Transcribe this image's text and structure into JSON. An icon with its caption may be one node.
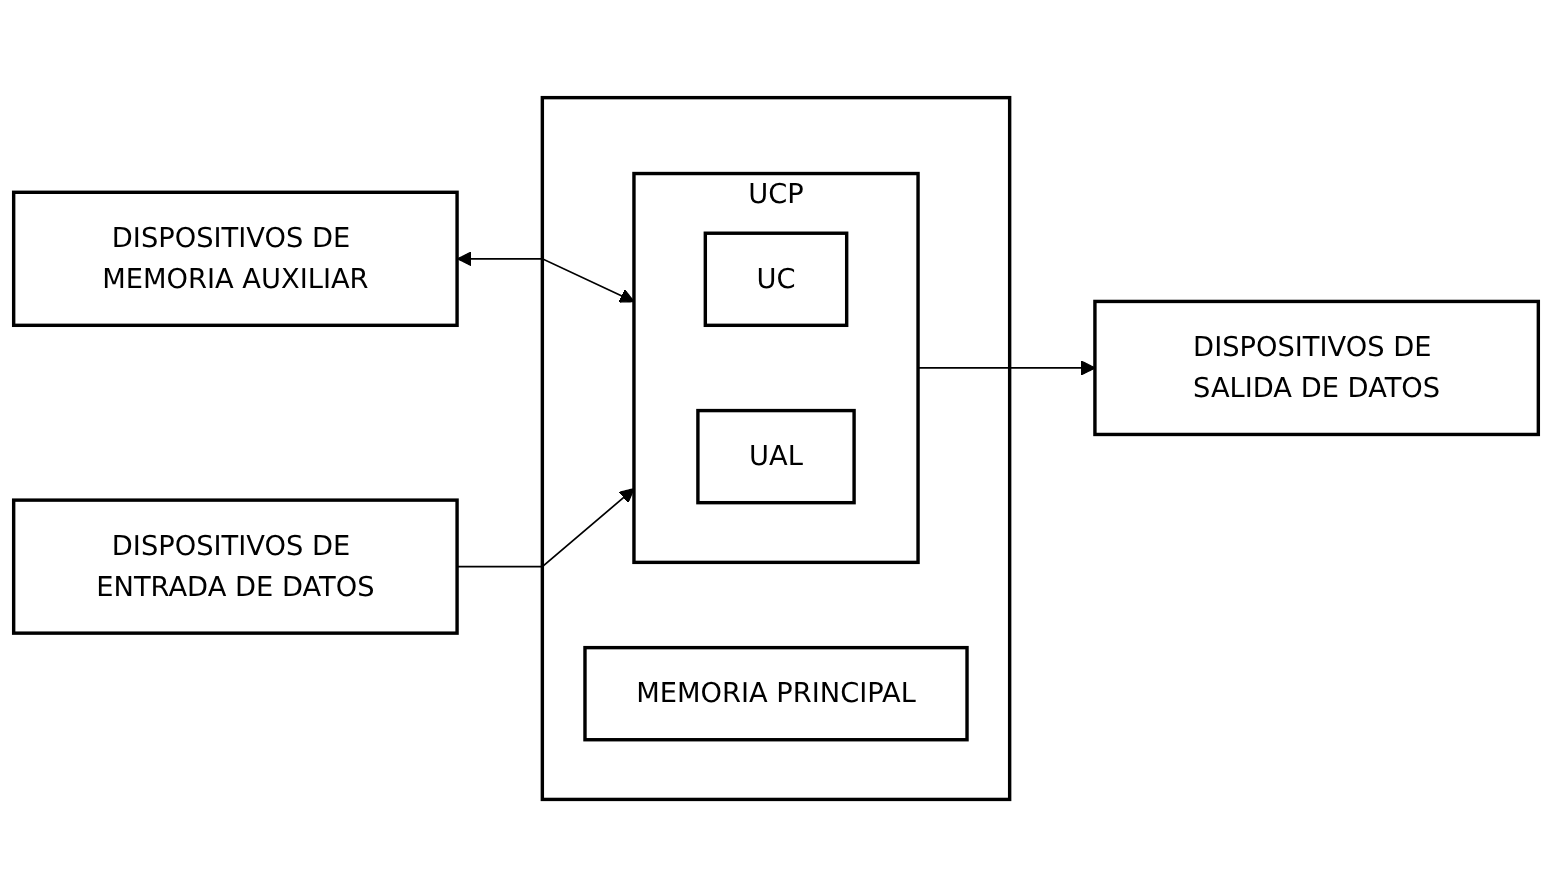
{
  "diagram": {
    "nodes": [
      {
        "text": [
          "DISPOSITIVOS DE MEMORIA AUXILIAR"
        ]
      },
      {
        "text": [
          "DISPOSITIVOS DE ENTRADA DE DATOS"
        ]
      },
      {
        "text": [],
        "shape": "box"
      },
      {
        "text": [
          "UCP"
        ],
        "in": 2
      },
      {
        "text": [
          "UC"
        ],
        "in": 3
      },
      {
        "text": [
          "UAL"
        ],
        "in": 3
      },
      {
        "text": [
          "MEMORIA PRINCIPAL"
        ],
        "in": 2
      },
      {
        "text": [
          "DISPOSITIVOS DE SALIDA DE DATOS"
        ]
      }
    ],
    "edges": [
      {
        "from": 0,
        "to": 3,
        "arrow": "both"
      },
      {
        "from": 1,
        "to": 3,
        "arrow": "to"
      },
      {
        "from": 3,
        "to": 7,
        "arrow": "to"
      }
    ]
  }
}
